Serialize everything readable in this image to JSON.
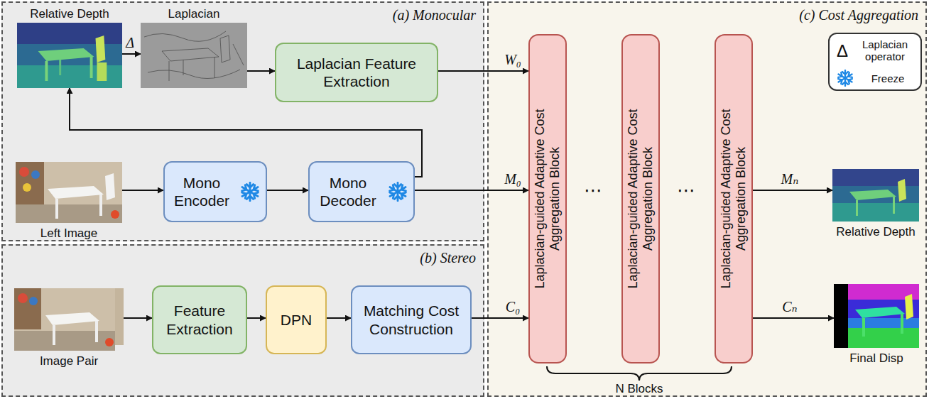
{
  "diagram": {
    "nodes": [
      {
        "text": [
          "(a) Monocular"
        ]
      },
      {
        "text": [
          "Relative Depth"
        ],
        "in": 0
      },
      {
        "text": [
          "Laplacian"
        ],
        "in": 0
      },
      {
        "text": [
          "Laplacian Feature Extraction"
        ],
        "in": 0
      },
      {
        "text": [
          "Left Image"
        ],
        "in": 0
      },
      {
        "text": [
          "Mono Encoder"
        ],
        "in": 0
      },
      {
        "text": [
          "Mono Decoder"
        ],
        "in": 0
      },
      {
        "text": [
          "(b) Stereo"
        ]
      },
      {
        "text": [
          "Image Pair"
        ],
        "in": 7
      },
      {
        "text": [
          "Feature Extraction"
        ],
        "in": 7
      },
      {
        "text": [
          "DPN"
        ],
        "in": 7
      },
      {
        "text": [
          "Matching Cost Construction"
        ],
        "in": 7
      },
      {
        "text": [
          "(c) Cost Aggregation"
        ]
      },
      {
        "text": [
          "Laplacian-guided Adaptive Cost Aggregation Block"
        ],
        "in": 12
      },
      {
        "text": [
          "Laplacian-guided Adaptive Cost Aggregation Block"
        ],
        "in": 12
      },
      {
        "text": [
          "Laplacian-guided Adaptive Cost Aggregation Block"
        ],
        "in": 12
      },
      {
        "text": [
          "Relative Depth"
        ],
        "in": 12
      },
      {
        "text": [
          "Final Disp"
        ],
        "in": 12
      }
    ],
    "edges": [
      {
        "from": 1,
        "to": 2,
        "label": "Δ",
        "arrow": "to"
      },
      {
        "from": 2,
        "to": 3,
        "arrow": "to"
      },
      {
        "from": 3,
        "to": 13,
        "label": "W₀",
        "arrow": "to"
      },
      {
        "from": 4,
        "to": 5,
        "arrow": "to"
      },
      {
        "from": 5,
        "to": 6,
        "arrow": "to"
      },
      {
        "from": 6,
        "to": 1,
        "arrow": "to"
      },
      {
        "from": 6,
        "to": 13,
        "label": "M₀",
        "arrow": "to"
      },
      {
        "from": 8,
        "to": 9,
        "arrow": "to"
      },
      {
        "from": 9,
        "to": 10,
        "arrow": "to"
      },
      {
        "from": 10,
        "to": 11,
        "arrow": "to"
      },
      {
        "from": 11,
        "to": 13,
        "label": "C₀",
        "arrow": "to"
      },
      {
        "from": 15,
        "to": 16,
        "label": "Mₙ",
        "arrow": "to"
      },
      {
        "from": 15,
        "to": 17,
        "label": "Cₙ",
        "arrow": "to"
      }
    ],
    "labels": [
      "⋯",
      "⋯",
      "N Blocks",
      "Δ"
    ],
    "legend": [
      {
        "text": "Laplacian operator"
      },
      {
        "text": "Freeze"
      }
    ]
  }
}
